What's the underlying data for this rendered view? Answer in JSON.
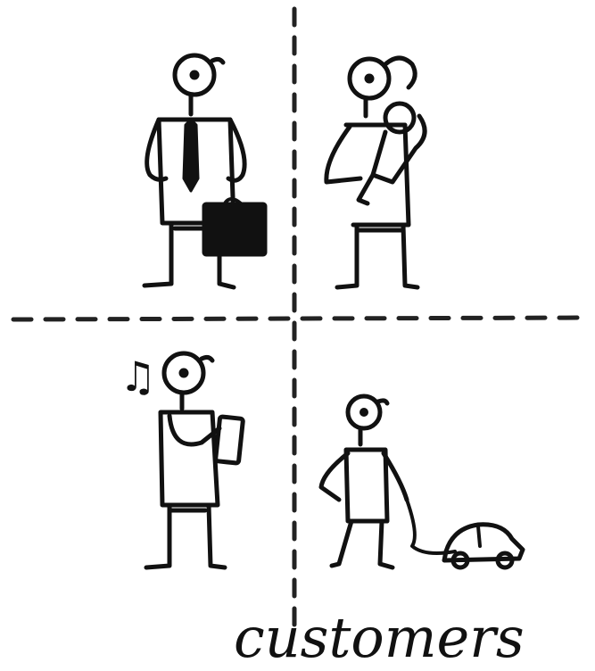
{
  "caption": "customers",
  "ink_color": "#111111",
  "background": "#ffffff",
  "figures": [
    {
      "name": "businessman",
      "quadrant": "top-left"
    },
    {
      "name": "parent-with-child",
      "quadrant": "top-right"
    },
    {
      "name": "music-listener",
      "quadrant": "bottom-left"
    },
    {
      "name": "child-with-toy-car",
      "quadrant": "bottom-right"
    }
  ]
}
